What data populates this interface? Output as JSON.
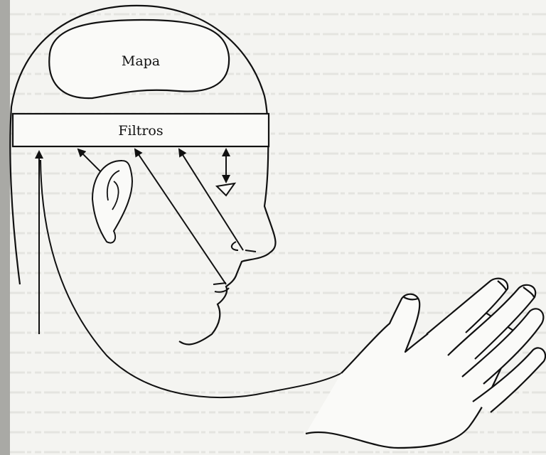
{
  "diagram": {
    "map_label": "Mapa",
    "filters_label": "Filtros"
  },
  "colors": {
    "ink": "#111111",
    "paper": "#f4f4f1",
    "background": "#d9d9d6"
  },
  "senses": [
    "ear",
    "eye",
    "nose",
    "mouth",
    "hand"
  ]
}
